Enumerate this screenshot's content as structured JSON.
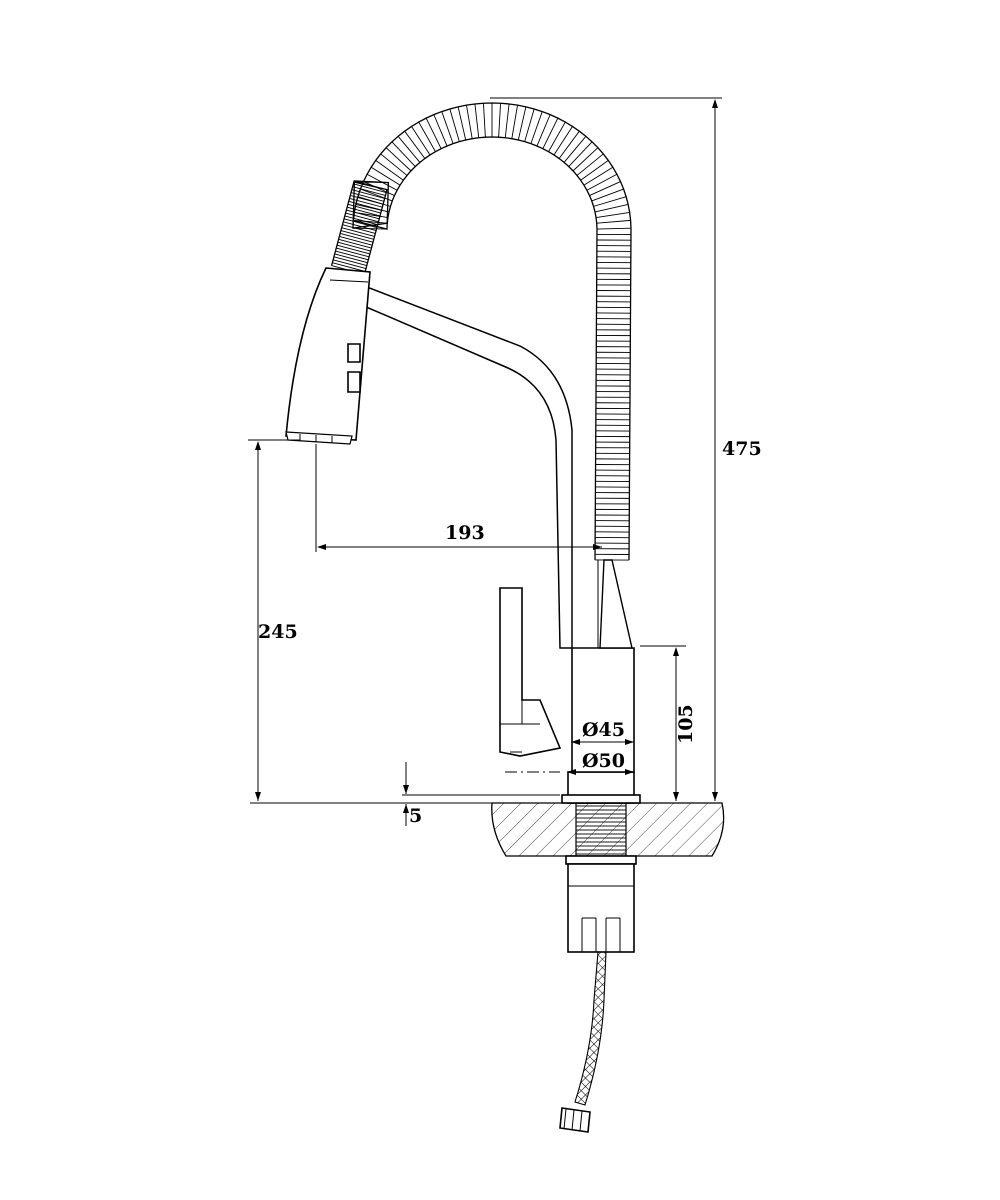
{
  "dimensions": {
    "total_height": "475",
    "spout_height": "245",
    "spout_reach": "193",
    "body_height": "105",
    "base_inner_diameter": "Ø45",
    "base_outer_diameter": "Ø50",
    "countertop_gap": "5"
  },
  "colors": {
    "line": "#000000",
    "background": "#ffffff"
  }
}
